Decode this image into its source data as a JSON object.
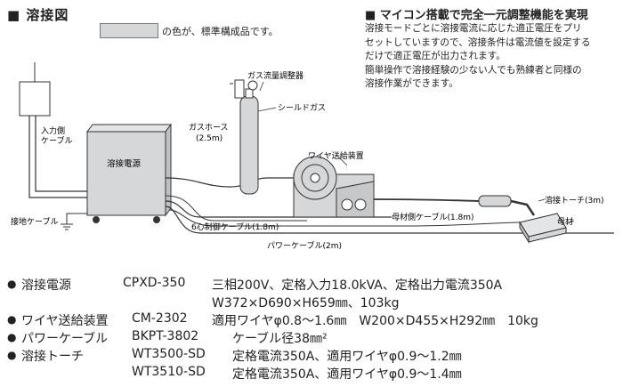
{
  "header": {
    "title": "■ 溶接図",
    "legend_text": "の色が、標準構成品です。"
  },
  "feature": {
    "title": "■ マイコン搭載で完全一元調整機能を実現",
    "lines": [
      "溶接モードごとに溶接電流に応じた適正電圧をプリ",
      "セットしていますので、溶接条件は電流値を設定する",
      "だけで適正電圧が出力されます。",
      "簡単操作で溶接経験の少ない人でも熟練者と同様の",
      "溶接作業ができます。"
    ]
  },
  "diagram_labels": {
    "input_cable_1": "入力側",
    "input_cable_2": "ケーブル",
    "ground_cable": "接地ケーブル",
    "power_source": "溶接電源",
    "gas_regulator": "ガス流量調整器",
    "gas_hose_1": "ガスホース",
    "gas_hose_2": "(2.5m)",
    "shield_gas": "シールドガス",
    "wire_feeder": "ワイヤ送給装置",
    "torch": "溶接トーチ(3m)",
    "base_cable": "母材側ケーブル(1.8m)",
    "base_metal": "母材",
    "control_cable": "6心制御ケーブル(1.8m)",
    "power_cable": "パワーケーブル(2m)"
  },
  "specs": [
    {
      "bullet": "●",
      "name": "溶接電源",
      "model": "CPXD-350",
      "desc": "三相200V、定格入力18.0kVA、定格出力電流350A"
    },
    {
      "bullet": "",
      "name": "",
      "model": "",
      "desc": "W372×D690×H659㎜、103kg"
    },
    {
      "bullet": "●",
      "name": "ワイヤ送給装置",
      "model": "CM-2302",
      "desc": "適用ワイヤφ0.8～1.6㎜　W200×D455×H292㎜　10kg"
    },
    {
      "bullet": "●",
      "name": "パワーケーブル",
      "model": "BKPT-3802",
      "desc": "ケーブル径38㎜²"
    },
    {
      "bullet": "●",
      "name": "溶接トーチ",
      "model": "WT3500-SD",
      "desc": "定格電流350A、適用ワイヤφ0.9～1.2㎜"
    },
    {
      "bullet": "",
      "name": "",
      "model": "WT3510-SD",
      "desc": "定格電流350A、適用ワイヤφ0.9～1.4㎜"
    }
  ],
  "colors": {
    "standard_component": "#d6d7d9",
    "line": "#333333"
  }
}
